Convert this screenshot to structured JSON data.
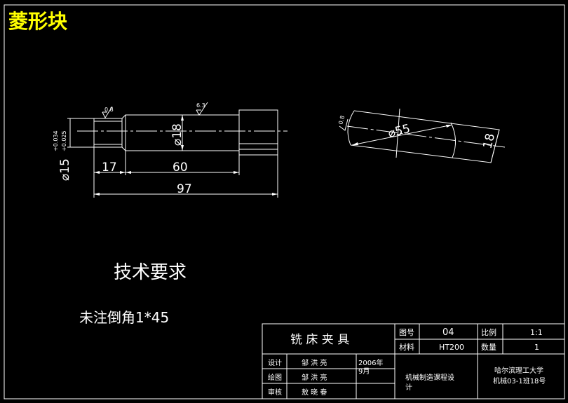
{
  "title": "菱形块",
  "colors": {
    "background": "#000000",
    "lines": "#ffffff",
    "title": "#ffff00"
  },
  "left_view": {
    "roughness_left": "0.8",
    "roughness_right": "6.3",
    "dia_center": "⌀18",
    "dia_left": "⌀15",
    "tol_upper": "+0.034",
    "tol_lower": "+0.025",
    "dim_17": "17",
    "dim_60": "60",
    "dim_97": "97"
  },
  "right_view": {
    "roughness": "0.8",
    "dia": "⌀55",
    "dim_18": "18"
  },
  "notes": {
    "heading": "技术要求",
    "item": "未注倒角1*45"
  },
  "title_block": {
    "part_name": "铣 床 夹 具",
    "drawing_no_label": "图号",
    "drawing_no": "04",
    "scale_label": "比例",
    "scale": "1:1",
    "material_label": "材料",
    "material": "HT200",
    "qty_label": "数量",
    "qty": "1",
    "design_label": "设计",
    "design_name": "邹 洪 亮",
    "draw_label": "绘图",
    "draw_name": "邹 洪 亮",
    "check_label": "审核",
    "check_name": "敖 晓 春",
    "date_line1": "2006年",
    "date_line2": "9月",
    "course_line1": "机械制造课程设",
    "course_line2": "计",
    "school_line1": "哈尔滨理工大学",
    "school_line2": "机械03-1班18号"
  }
}
